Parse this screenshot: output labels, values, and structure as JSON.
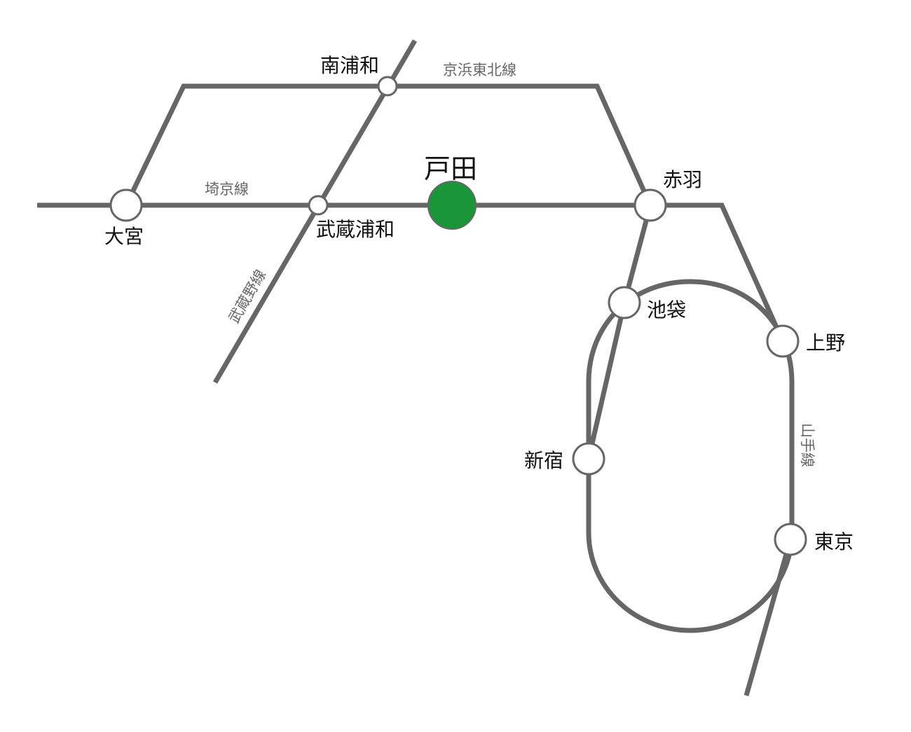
{
  "colors": {
    "track": "#666666",
    "station_fill": "#ffffff",
    "highlight_station": "#1a9639"
  },
  "stations": {
    "minami_urawa": "南浦和",
    "omiya": "大宮",
    "musashi_urawa": "武蔵浦和",
    "toda": "戸田",
    "akabane": "赤羽",
    "ikebukuro": "池袋",
    "ueno": "上野",
    "shinjuku": "新宿",
    "tokyo": "東京"
  },
  "lines": {
    "keihin_tohoku": "京浜東北線",
    "saikyo": "埼京線",
    "musashino": "武蔵野線",
    "yamanote": "山手線"
  }
}
